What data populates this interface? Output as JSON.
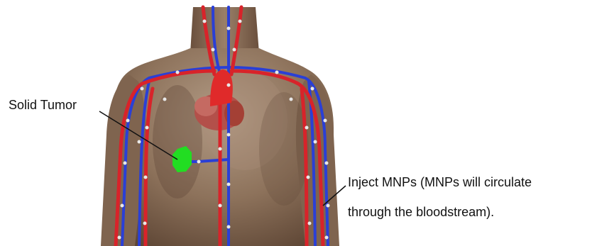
{
  "labels": {
    "tumor": "Solid Tumor",
    "inject_line1": "Inject MNPs (MNPs will circulate",
    "inject_line2": "through the bloodstream)."
  },
  "colors": {
    "skin": "#8b6f57",
    "skin_light": "#a8917b",
    "artery": "#d8232a",
    "vein": "#2a3fd6",
    "tumor": "#22dd22",
    "heart": "#b3504a"
  }
}
